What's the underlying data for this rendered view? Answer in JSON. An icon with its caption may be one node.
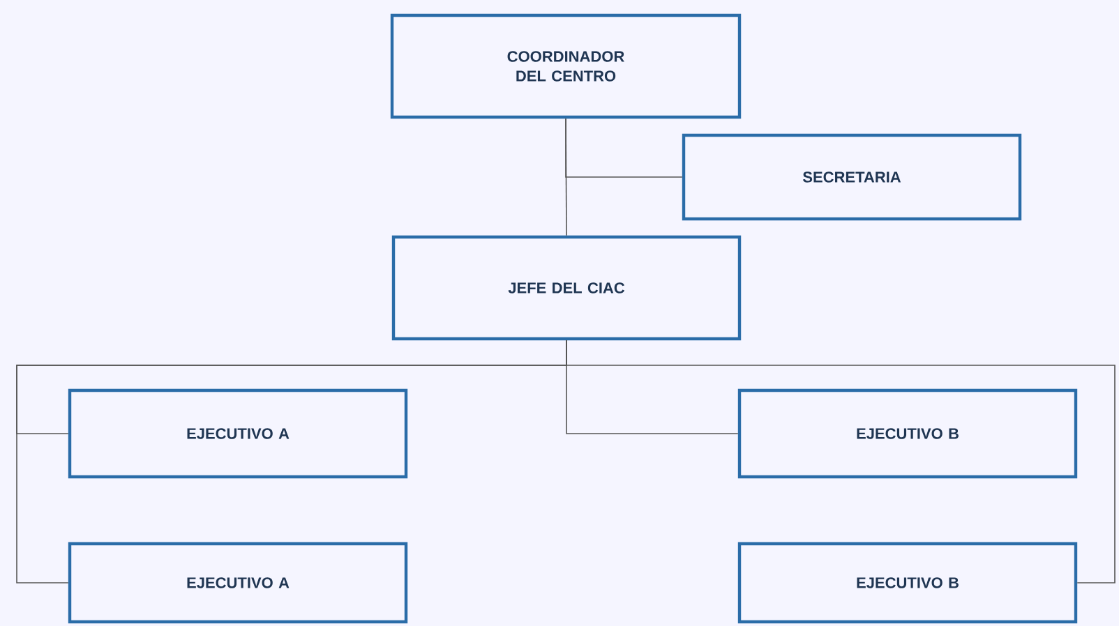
{
  "diagram": {
    "nodes": [
      {
        "text": [
          "COORDINADOR DEL CENTRO"
        ]
      },
      {
        "text": [
          "SECRETARIA"
        ]
      },
      {
        "text": [
          "JEFE DEL CIAC"
        ]
      },
      {
        "text": [
          "EJECUTIVO A"
        ]
      },
      {
        "text": [
          "EJECUTIVO B"
        ]
      },
      {
        "text": [
          "EJECUTIVO A"
        ]
      },
      {
        "text": [
          "EJECUTIVO B"
        ]
      }
    ],
    "edges": [
      {
        "from": 0,
        "to": 2,
        "arrow": "none"
      },
      {
        "from": 0,
        "to": 1,
        "arrow": "none"
      },
      {
        "from": 2,
        "to": 3,
        "arrow": "none"
      },
      {
        "from": 2,
        "to": 5,
        "arrow": "none"
      },
      {
        "from": 2,
        "to": 4,
        "arrow": "none"
      },
      {
        "from": 2,
        "to": 6,
        "arrow": "none"
      }
    ]
  }
}
